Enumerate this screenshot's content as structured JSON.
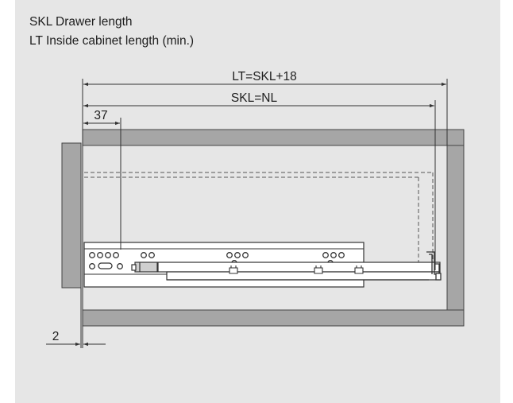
{
  "legend": {
    "line1": "SKL Drawer length",
    "line2": "LT Inside cabinet length (min.)"
  },
  "dimensions": {
    "lt_label": "LT=SKL+18",
    "skl_label": "SKL=NL",
    "offset_label": "37",
    "gap_label": "2"
  },
  "colors": {
    "background": "#e6e6e6",
    "cabinet_fill": "#a6a6a6",
    "line": "#333333",
    "white": "#ffffff"
  }
}
